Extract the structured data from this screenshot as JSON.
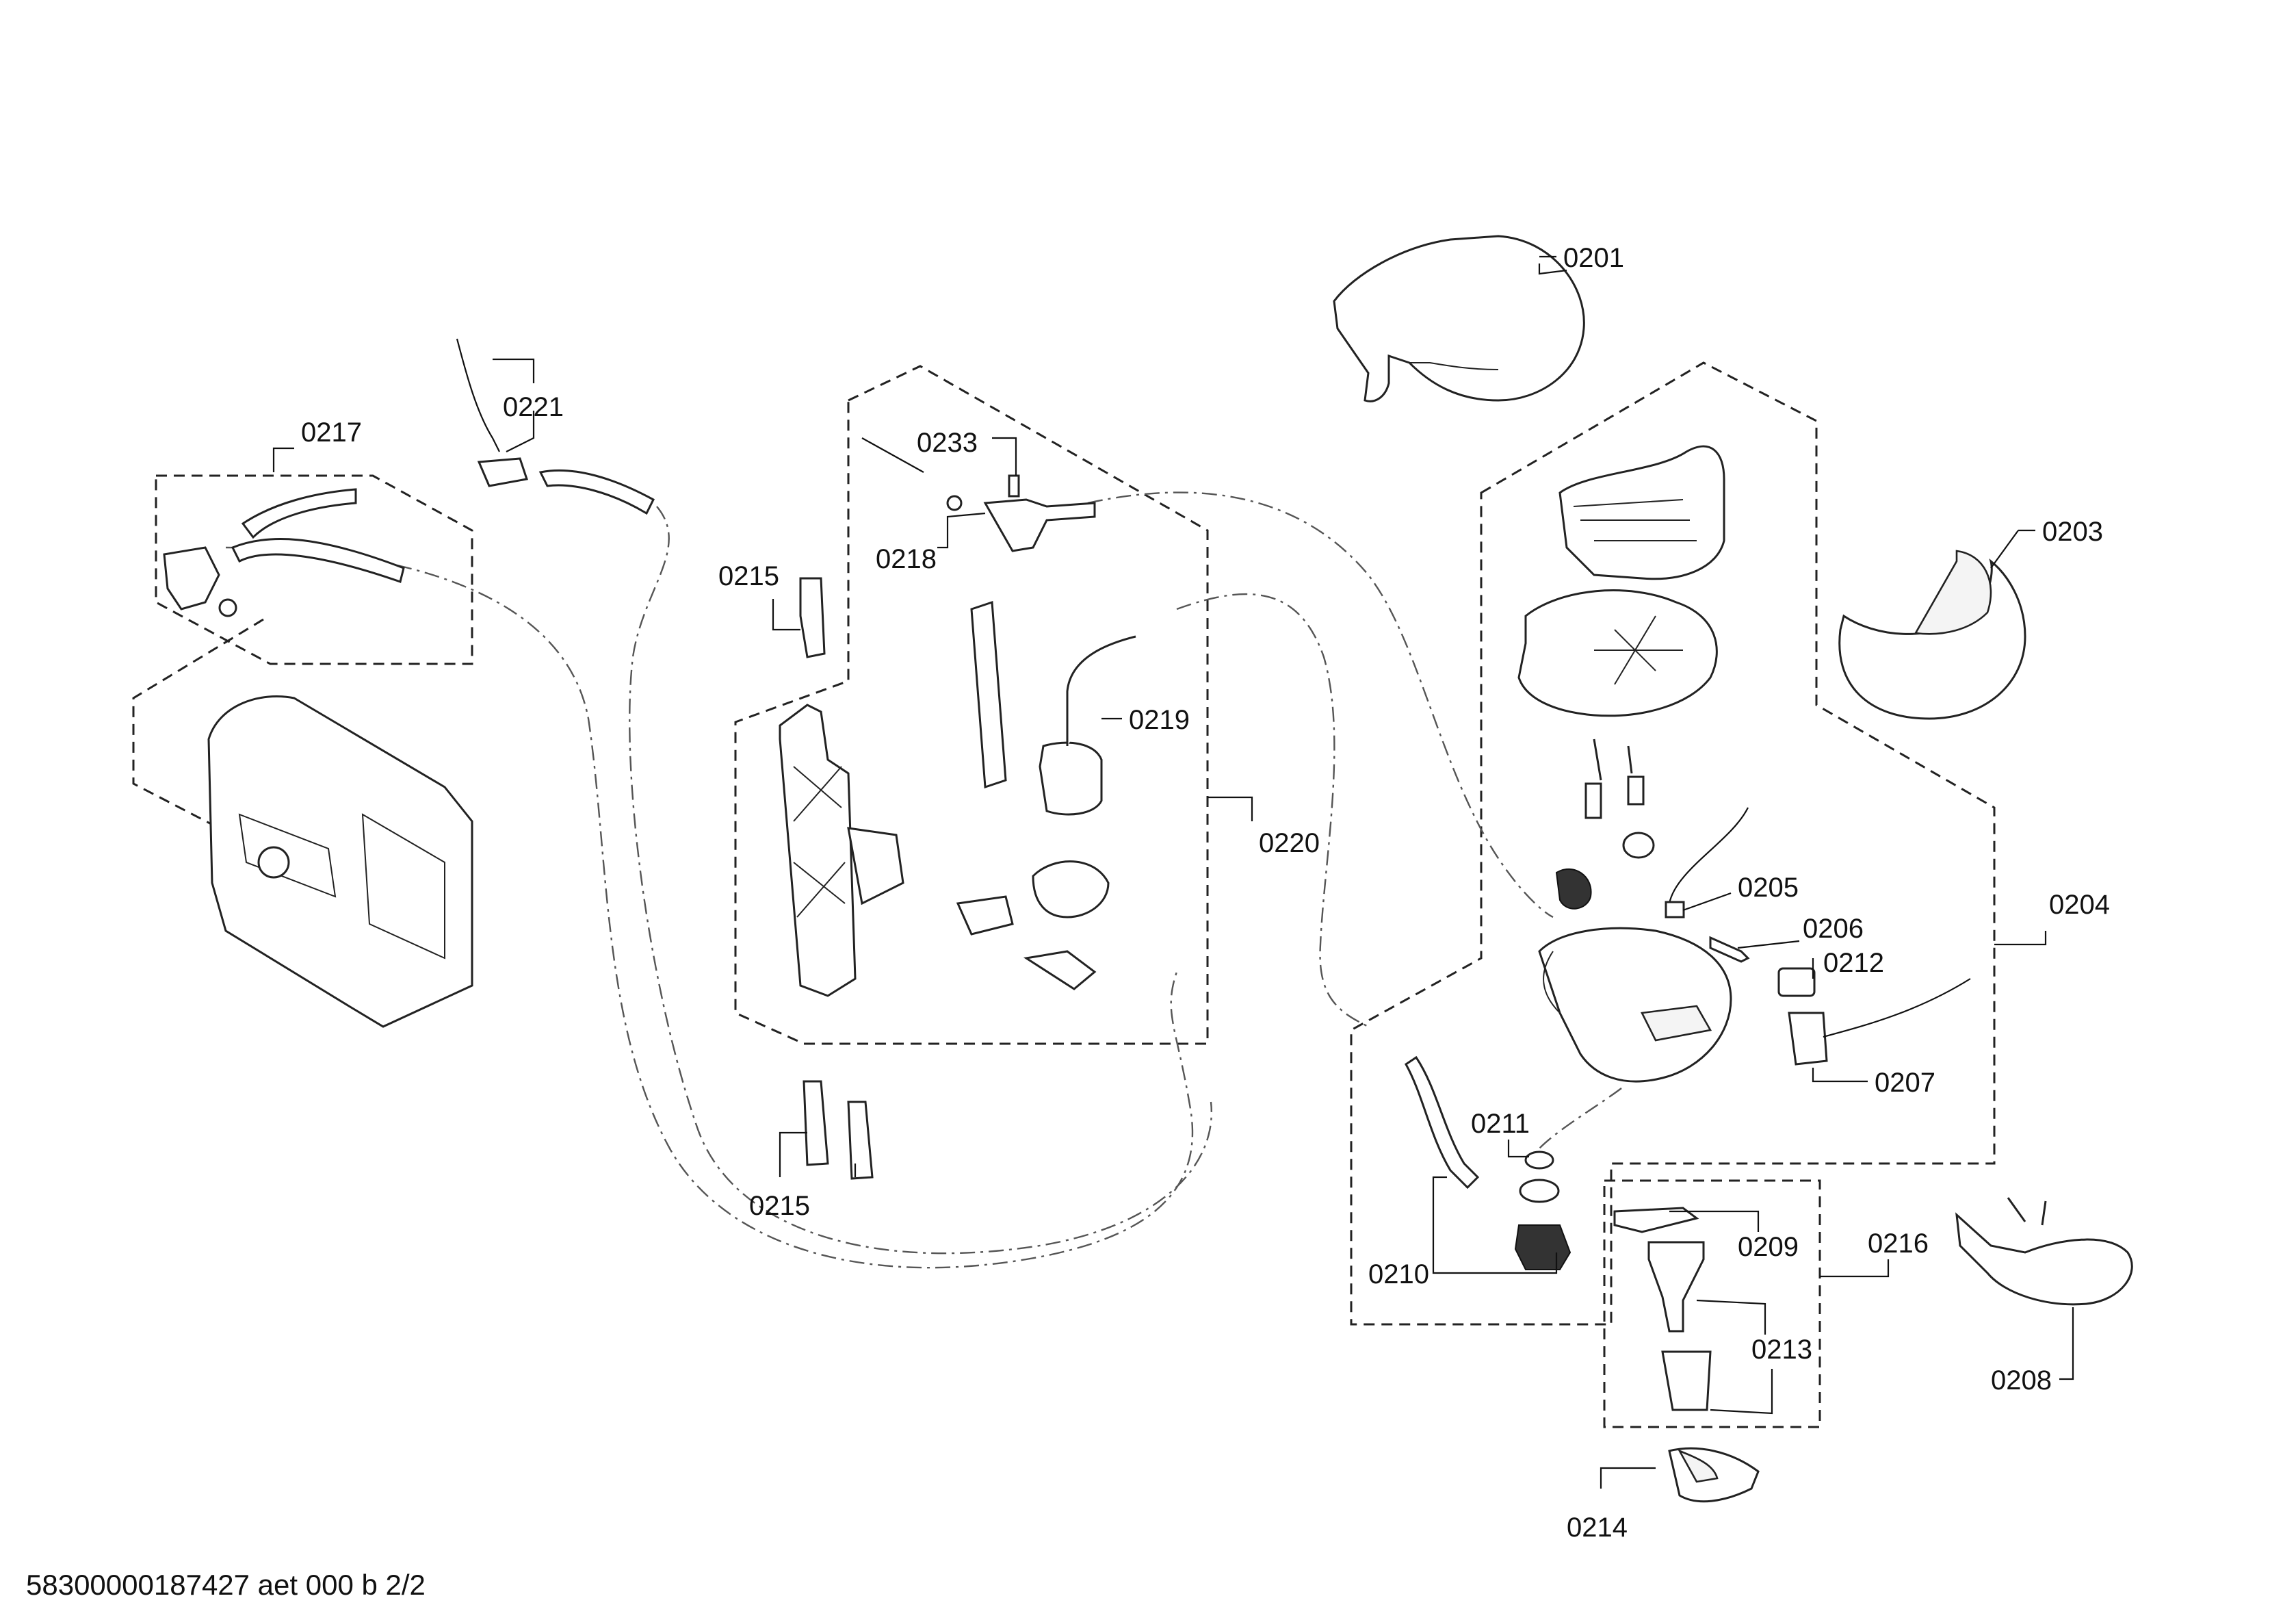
{
  "labels": {
    "p0201": "0201",
    "p0203": "0203",
    "p0204": "0204",
    "p0205": "0205",
    "p0206": "0206",
    "p0207": "0207",
    "p0208": "0208",
    "p0209": "0209",
    "p0210": "0210",
    "p0211": "0211",
    "p0212": "0212",
    "p0213": "0213",
    "p0214": "0214",
    "p0215a": "0215",
    "p0215b": "0215",
    "p0216": "0216",
    "p0217": "0217",
    "p0218": "0218",
    "p0219": "0219",
    "p0220": "0220",
    "p0221": "0221",
    "p0233": "0233"
  },
  "document_id": "58300000187427 aet 000 b 2/2"
}
